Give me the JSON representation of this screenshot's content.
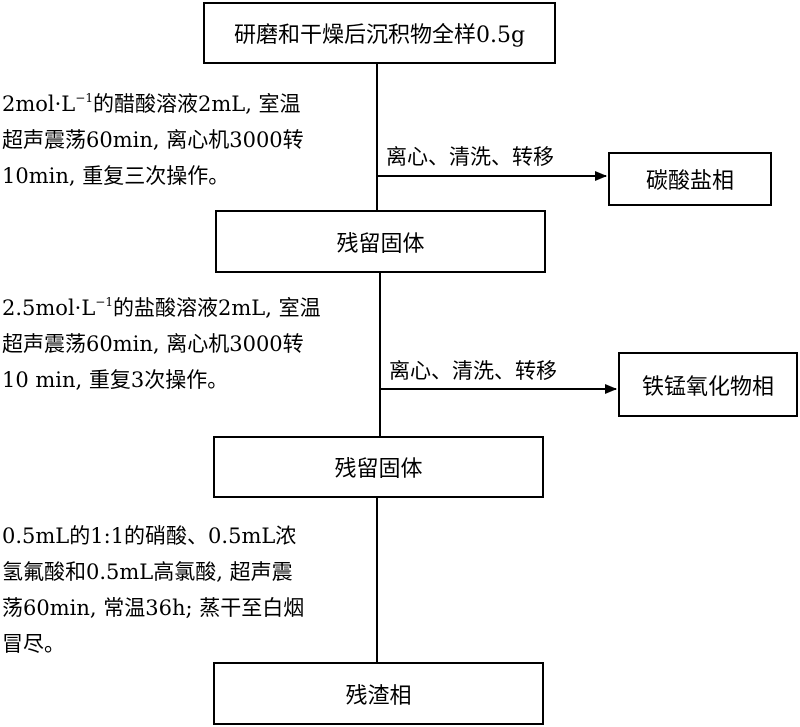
{
  "boxes": {
    "start": "研磨和干燥后沉积物全样0.5g",
    "residue1": "残留固体",
    "residue2": "残留固体",
    "carbonate": "碳酸盐相",
    "femn": "铁锰氧化物相",
    "final": "残渣相"
  },
  "step1": {
    "line1_pre": "2mol·L",
    "line1_sup": "−1",
    "line1_post": "的醋酸溶液2mL, 室温",
    "line2": "超声震荡60min, 离心机3000转",
    "line3": "10min, 重复三次操作。"
  },
  "step2": {
    "line1_pre": "2.5mol·L",
    "line1_sup": "−1",
    "line1_post": "的盐酸溶液2mL, 室温",
    "line2": "超声震荡60min, 离心机3000转",
    "line3": "10 min, 重复3次操作。"
  },
  "step3": {
    "line1": "0.5mL的1:1的硝酸、0.5mL浓",
    "line2": "氢氟酸和0.5mL高氯酸, 超声震",
    "line3": "荡60min, 常温36h; 蒸干至白烟",
    "line4": "冒尽。"
  },
  "arrow_labels": {
    "a1": "离心、清洗、转移",
    "a2": "离心、清洗、转移"
  }
}
